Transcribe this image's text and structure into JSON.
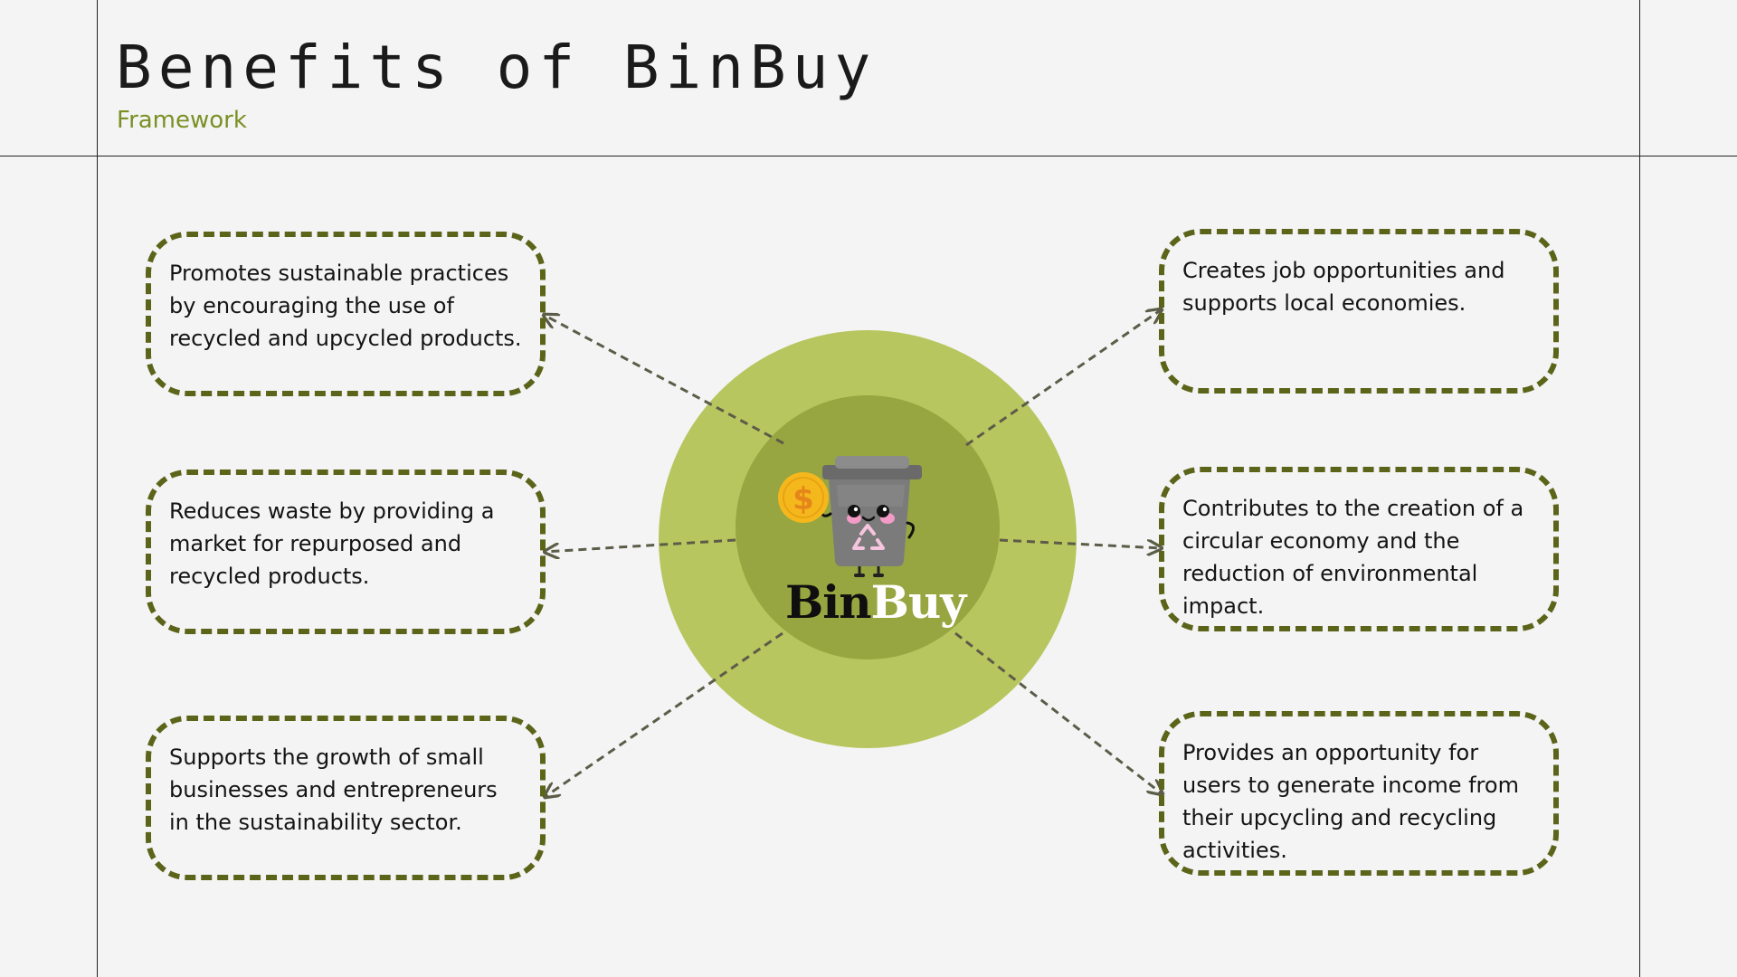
{
  "header": {
    "title": "Benefits of BinBuy",
    "subtitle": "Framework"
  },
  "center": {
    "brand_part1": "Bin",
    "brand_part2": "Buy",
    "mascot_icon": "recycle-bin-mascot-icon",
    "coin_icon": "dollar-coin-icon",
    "coin_symbol": "$"
  },
  "benefits": {
    "left": [
      "Promotes sustainable practices by encouraging the use of recycled and upcycled products.",
      "Reduces waste by providing a market for repurposed and recycled products.",
      "Supports the growth of small businesses and entrepreneurs in the sustainability sector."
    ],
    "right": [
      "Creates job opportunities and supports local economies.",
      "Contributes to the creation of a circular economy and the reduction of environmental impact.",
      "Provides an opportunity for users to generate income from their upcycling and recycling activities."
    ]
  },
  "colors": {
    "outer_circle": "#b8c65f",
    "inner_circle": "#98a641",
    "box_border": "#5b6419",
    "subtitle": "#7a9024",
    "connector": "#5c5c48",
    "coin": "#f5b81c"
  }
}
